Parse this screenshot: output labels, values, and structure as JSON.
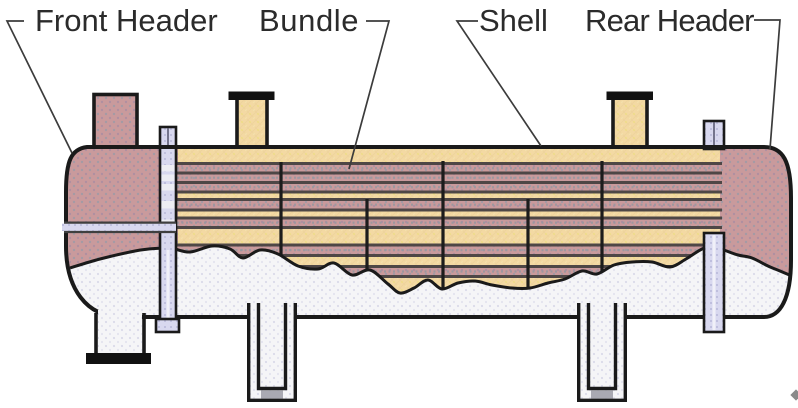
{
  "figure": {
    "description": "Schematic cross-section diagram of a shell and tube heat exchanger",
    "labels": [
      {
        "id": "front-header",
        "text": "Front Header"
      },
      {
        "id": "bundle",
        "text": "Bundle"
      },
      {
        "id": "shell",
        "text": "Shell"
      },
      {
        "id": "rear-header",
        "text": "Rear Header"
      }
    ],
    "parts": [
      "front-header",
      "rear-header",
      "shell",
      "tube-bundle",
      "tubesheet",
      "pass-partition",
      "baffles",
      "top-nozzles",
      "bottom-nozzle",
      "saddle-supports"
    ]
  },
  "colors": {
    "outline": "#1a1a1a",
    "header_pink": "#c99a9c",
    "shell_yellow": "#f3d9a3",
    "tubesheet_lavender": "#d8d8ef",
    "shell_interior_white": "#f5f5f7",
    "tube_line_dark": "#4e4746",
    "label_text": "#2b2b2b",
    "leader_line": "#3c3c3c",
    "flange_black": "#111111"
  }
}
